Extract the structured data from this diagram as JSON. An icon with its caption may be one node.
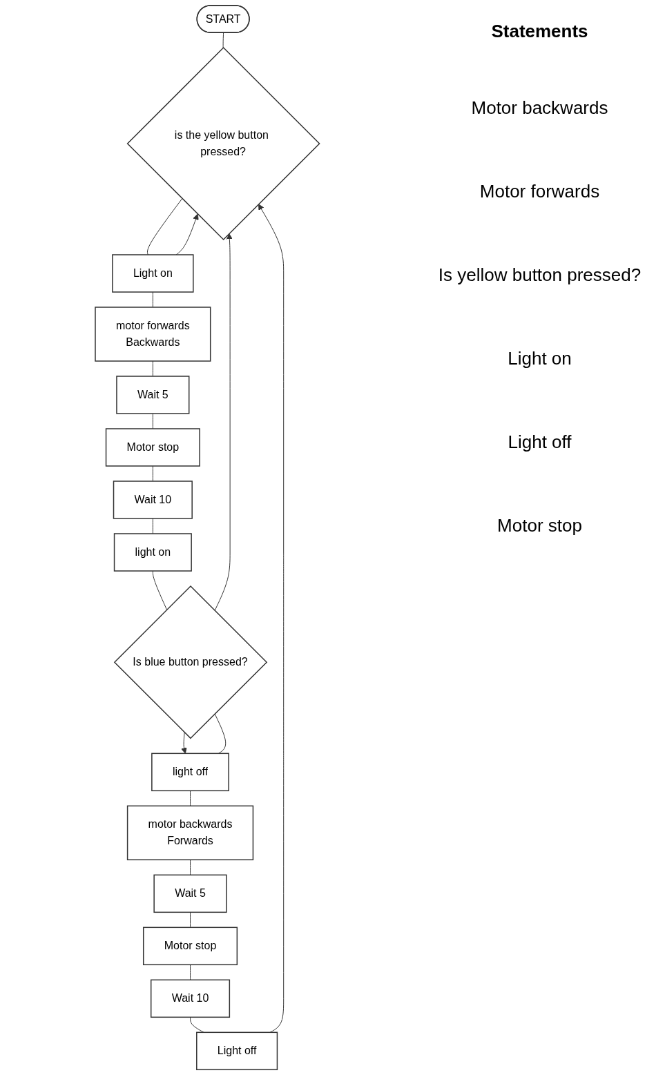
{
  "diagram": {
    "nodes": [
      {
        "text": [
          "START"
        ]
      },
      {
        "text": [
          "is the yellow button pressed?"
        ]
      },
      {
        "text": [
          "Light on"
        ]
      },
      {
        "text": [
          "motor forwards",
          "Backwards"
        ]
      },
      {
        "text": [
          "Wait 5"
        ]
      },
      {
        "text": [
          "Motor stop"
        ]
      },
      {
        "text": [
          "Wait 10"
        ]
      },
      {
        "text": [
          "light on"
        ]
      },
      {
        "text": [
          "Is blue button pressed?"
        ]
      },
      {
        "text": [
          "light off"
        ]
      },
      {
        "text": [
          "motor backwards",
          "Forwards"
        ]
      },
      {
        "text": [
          "Wait 5"
        ]
      },
      {
        "text": [
          "Motor stop"
        ]
      },
      {
        "text": [
          "Wait 10"
        ]
      },
      {
        "text": [
          "Light off"
        ]
      }
    ],
    "edges": [
      {
        "from": 0,
        "to": 1,
        "arrow": "none"
      },
      {
        "from": 1,
        "to": 2,
        "arrow": "none"
      },
      {
        "from": 2,
        "to": 1,
        "arrow": "to"
      },
      {
        "from": 2,
        "to": 3,
        "arrow": "none"
      },
      {
        "from": 3,
        "to": 4,
        "arrow": "none"
      },
      {
        "from": 4,
        "to": 5,
        "arrow": "none"
      },
      {
        "from": 5,
        "to": 6,
        "arrow": "none"
      },
      {
        "from": 6,
        "to": 7,
        "arrow": "none"
      },
      {
        "from": 7,
        "to": 8,
        "arrow": "none"
      },
      {
        "from": 8,
        "to": 1,
        "arrow": "to"
      },
      {
        "from": 8,
        "to": 9,
        "arrow": "to"
      },
      {
        "from": 8,
        "to": 9,
        "arrow": "none"
      },
      {
        "from": 9,
        "to": 10,
        "arrow": "none"
      },
      {
        "from": 10,
        "to": 11,
        "arrow": "none"
      },
      {
        "from": 11,
        "to": 12,
        "arrow": "none"
      },
      {
        "from": 12,
        "to": 13,
        "arrow": "none"
      },
      {
        "from": 13,
        "to": 14,
        "arrow": "none"
      },
      {
        "from": 14,
        "to": 1,
        "arrow": "to"
      }
    ],
    "labels": [
      "Statements",
      "Motor backwards",
      "Motor forwards",
      "Is yellow button pressed?",
      "Light on",
      "Light off",
      "Motor stop"
    ]
  }
}
